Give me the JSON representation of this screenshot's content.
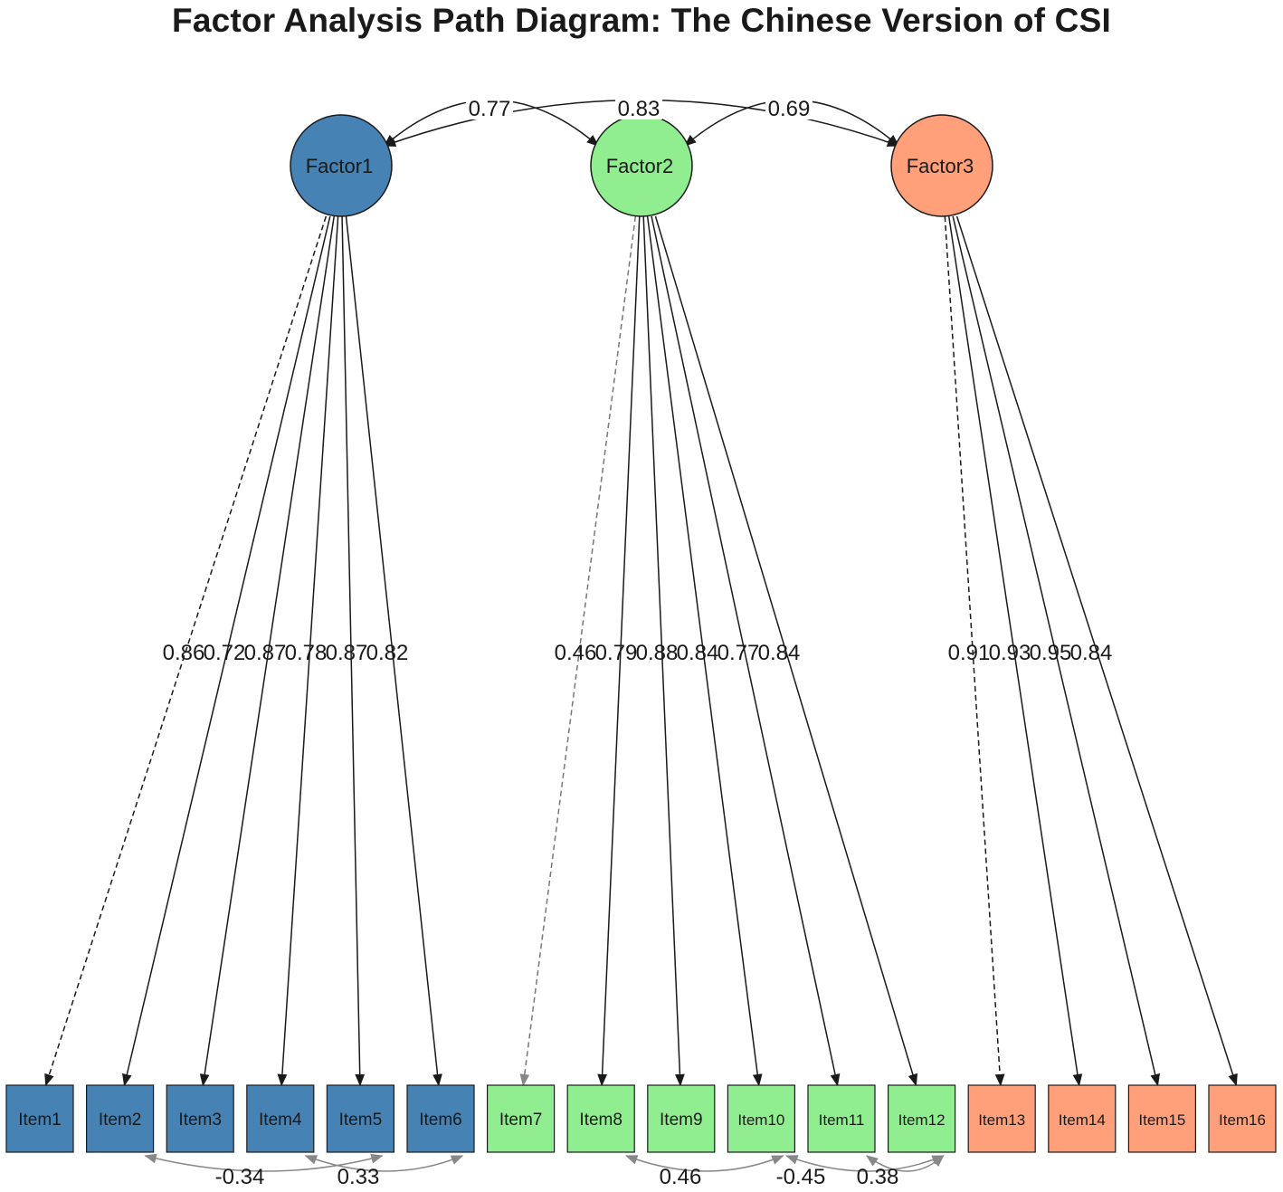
{
  "title": "Factor Analysis Path Diagram: The Chinese Version of CSI",
  "colors": {
    "factor1": "#4682b4",
    "factor2": "#90ee90",
    "factor3": "#ffa07a",
    "line": "#1a1a1a",
    "residual_line": "#888888"
  },
  "factors": [
    {
      "id": "Factor1",
      "label": "Factor1",
      "color": "#4682b4"
    },
    {
      "id": "Factor2",
      "label": "Factor2",
      "color": "#90ee90"
    },
    {
      "id": "Factor3",
      "label": "Factor3",
      "color": "#ffa07a"
    }
  ],
  "items": [
    {
      "label": "Item1",
      "factor": "Factor1",
      "loading": "0.86",
      "fixed": true
    },
    {
      "label": "Item2",
      "factor": "Factor1",
      "loading": "0.72",
      "fixed": false
    },
    {
      "label": "Item3",
      "factor": "Factor1",
      "loading": "0.87",
      "fixed": false
    },
    {
      "label": "Item4",
      "factor": "Factor1",
      "loading": "0.78",
      "fixed": false
    },
    {
      "label": "Item5",
      "factor": "Factor1",
      "loading": "0.87",
      "fixed": false
    },
    {
      "label": "Item6",
      "factor": "Factor1",
      "loading": "0.82",
      "fixed": false
    },
    {
      "label": "Item7",
      "factor": "Factor2",
      "loading": "0.46",
      "fixed": true
    },
    {
      "label": "Item8",
      "factor": "Factor2",
      "loading": "0.79",
      "fixed": false
    },
    {
      "label": "Item9",
      "factor": "Factor2",
      "loading": "0.88",
      "fixed": false
    },
    {
      "label": "Item10",
      "factor": "Factor2",
      "loading": "0.84",
      "fixed": false
    },
    {
      "label": "Item11",
      "factor": "Factor2",
      "loading": "0.77",
      "fixed": false
    },
    {
      "label": "Item12",
      "factor": "Factor2",
      "loading": "0.84",
      "fixed": false
    },
    {
      "label": "Item13",
      "factor": "Factor3",
      "loading": "0.91",
      "fixed": true
    },
    {
      "label": "Item14",
      "factor": "Factor3",
      "loading": "0.93",
      "fixed": false
    },
    {
      "label": "Item15",
      "factor": "Factor3",
      "loading": "0.95",
      "fixed": false
    },
    {
      "label": "Item16",
      "factor": "Factor3",
      "loading": "0.84",
      "fixed": false
    }
  ],
  "factor_covariances": [
    {
      "from": "Factor1",
      "to": "Factor2",
      "value": "0.77"
    },
    {
      "from": "Factor1",
      "to": "Factor3",
      "value": "0.83"
    },
    {
      "from": "Factor2",
      "to": "Factor3",
      "value": "0.69"
    }
  ],
  "residual_covariances": [
    {
      "from": "Item2",
      "to": "Item5",
      "value": "-0.34"
    },
    {
      "from": "Item4",
      "to": "Item6",
      "value": "0.33"
    },
    {
      "from": "Item8",
      "to": "Item10",
      "value": "0.46"
    },
    {
      "from": "Item10",
      "to": "Item12",
      "value": "-0.45"
    },
    {
      "from": "Item11",
      "to": "Item12",
      "value": "0.38"
    }
  ]
}
